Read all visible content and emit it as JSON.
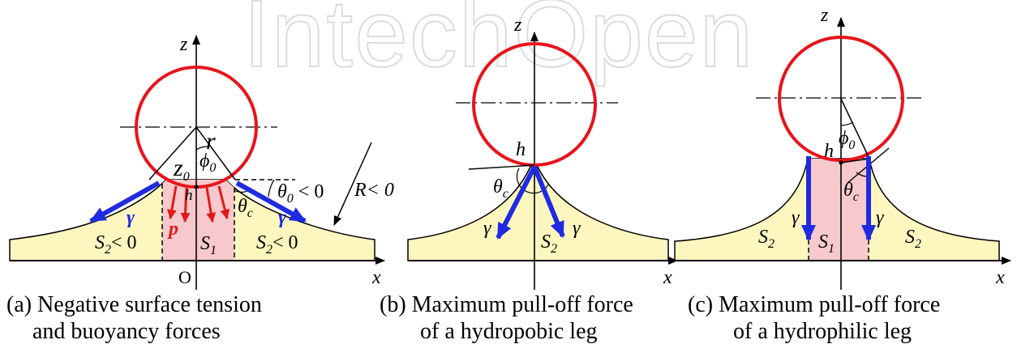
{
  "watermark": "IntechOpen",
  "colors": {
    "circle": "#e8141c",
    "force_arrow": "#1f2be0",
    "pressure_arrow": "#e01a1a",
    "liquid_fill": "#fdf7bf",
    "pressure_region": "#f7c9cc"
  },
  "panels": {
    "a": {
      "caption_line1": "(a) Negative surface tension",
      "caption_line2": "and buoyancy  forces",
      "axis_z": "z",
      "axis_x": "x",
      "origin": "O",
      "r": "r",
      "phi": "ϕ",
      "phi_sub": "0",
      "z0": "z",
      "z0_sub": "0",
      "h": "h",
      "theta0": "θ",
      "theta0_sub": "0",
      "theta0_cond": " < 0",
      "R_label": "R< 0",
      "thetac": "θ",
      "thetac_sub": "c",
      "gamma_left": "γ",
      "gamma_right": "γ",
      "p": "p",
      "S1": "S",
      "S1_sub": "1",
      "S2_left": "S",
      "S2_left_sub": "2",
      "S2_left_cond": "< 0",
      "S2_right": "S",
      "S2_right_sub": "2",
      "S2_right_cond": "< 0"
    },
    "b": {
      "caption_line1": "(b) Maximum pull-off force",
      "caption_line2": "of a hydropobic leg",
      "axis_z": "z",
      "axis_x": "x",
      "h": "h",
      "thetac": "θ",
      "thetac_sub": "c",
      "gamma_left": "γ",
      "gamma_right": "γ",
      "S2": "S",
      "S2_sub": "2"
    },
    "c": {
      "caption_line1": "(c) Maximum pull-off force",
      "caption_line2": "of a hydrophilic leg",
      "axis_z": "z",
      "axis_x": "x",
      "h": "h",
      "phi": "ϕ",
      "phi_sub": "0",
      "thetac": "θ",
      "thetac_sub": "c",
      "gamma_left": "γ",
      "gamma_right": "γ",
      "S1": "S",
      "S1_sub": "1",
      "S2_left": "S",
      "S2_left_sub": "2",
      "S2_right": "S",
      "S2_right_sub": "2"
    }
  }
}
